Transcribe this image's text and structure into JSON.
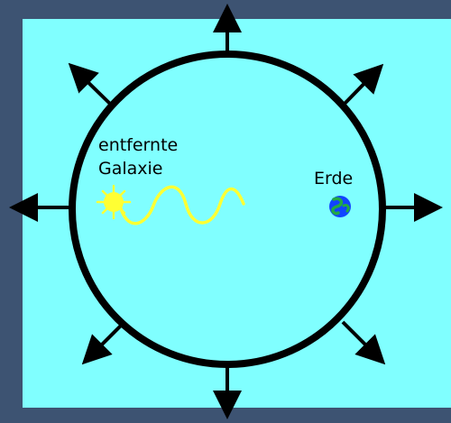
{
  "labels": {
    "galaxy_line1": "entfernte",
    "galaxy_line2": "Galaxie",
    "earth": "Erde"
  },
  "colors": {
    "background": "#3d5372",
    "panel": "#80ffff",
    "universe_outline": "#000000",
    "arrows": "#000000",
    "light_wave": "#ffff33",
    "galaxy": "#ffff33",
    "earth_ocean": "#1144ff",
    "earth_land": "#22aa44"
  },
  "icons": {
    "galaxy": "sun-star-icon",
    "earth": "globe-icon"
  }
}
